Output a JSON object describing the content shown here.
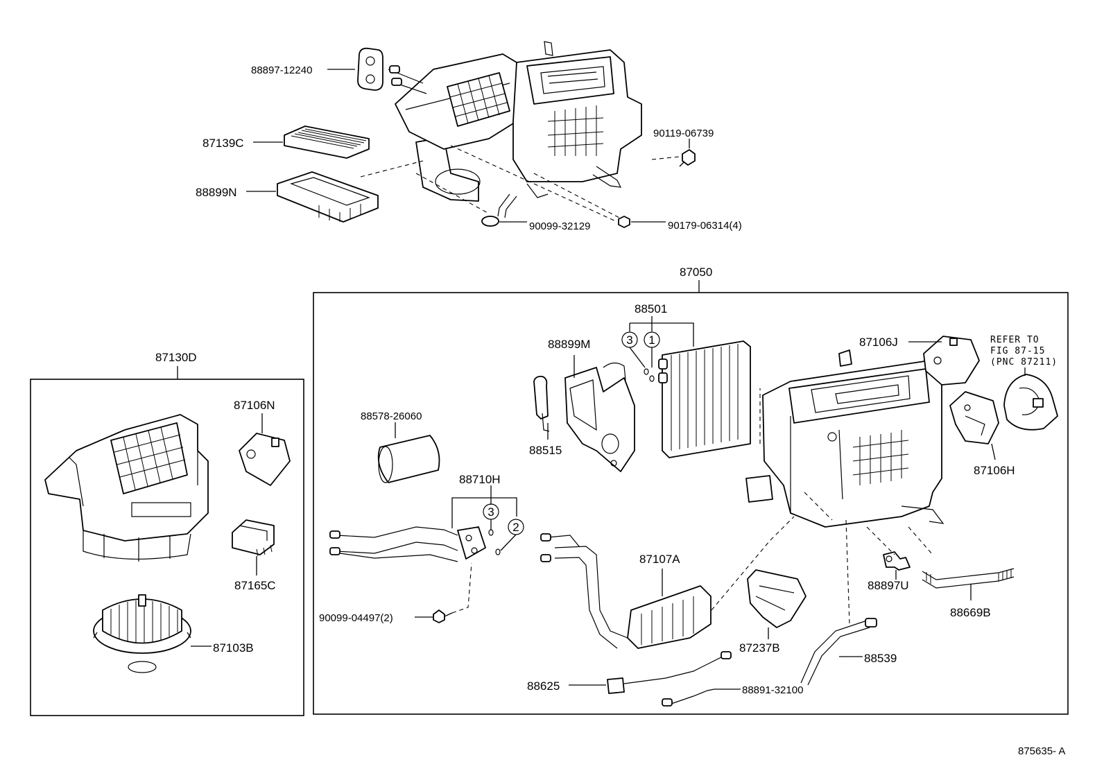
{
  "diagram": {
    "catalog_code": "875635- A",
    "groups": {
      "assembly_87050": "87050",
      "blower_87130D": "87130D",
      "evaporator_88501": "88501",
      "pipe_88710H": "88710H"
    },
    "labels": {
      "p88897_12240": "88897-12240",
      "p87139C": "87139C",
      "p88899N": "88899N",
      "p90099_32129": "90099-32129",
      "p90179_06314": "90179-06314(4)",
      "p90119_06739": "90119-06739",
      "p87106N": "87106N",
      "p87165C": "87165C",
      "p87103B": "87103B",
      "p88578_26060": "88578-26060",
      "p88899M": "88899M",
      "p88515": "88515",
      "p87106J": "87106J",
      "p87106H": "87106H",
      "p88897U": "88897U",
      "p88669B": "88669B",
      "p87107A": "87107A",
      "p87237B": "87237B",
      "p88539": "88539",
      "p88625": "88625",
      "p88891_32100": "88891-32100",
      "p90099_04497": "90099-04497(2)"
    },
    "refer": {
      "line1": "REFER TO",
      "line2": "FIG 87-15",
      "line3": "(PNC 87211)"
    },
    "circled": {
      "c3_top": "3",
      "c1_top": "1",
      "c3_bottom": "3",
      "c2_bottom": "2"
    }
  }
}
